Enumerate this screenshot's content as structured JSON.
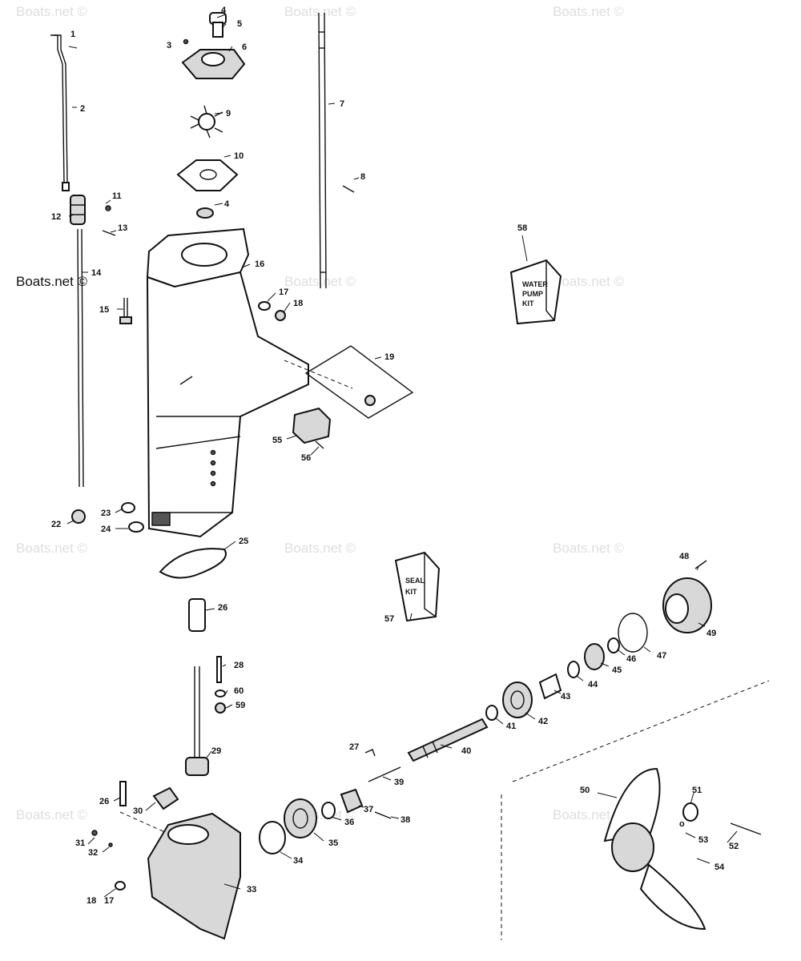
{
  "watermark": {
    "text": "Boats.net ©",
    "primary_text": "Boats.net ©"
  },
  "kits": {
    "water_pump": {
      "line1": "WATER",
      "line2": "PUMP",
      "line3": "KIT"
    },
    "seal": {
      "line1": "SEAL",
      "line2": "KIT"
    }
  },
  "callouts": {
    "c1": "1",
    "c2": "2",
    "c3": "3",
    "c4a": "4",
    "c4b": "4",
    "c5": "5",
    "c6": "6",
    "c7": "7",
    "c8": "8",
    "c9": "9",
    "c10": "10",
    "c11": "11",
    "c12": "12",
    "c13": "13",
    "c14": "14",
    "c15": "15",
    "c16": "16",
    "c17a": "17",
    "c17b": "17",
    "c18a": "18",
    "c18b": "18",
    "c19": "19",
    "c22": "22",
    "c23": "23",
    "c24": "24",
    "c25": "25",
    "c26a": "26",
    "c26b": "26",
    "c27": "27",
    "c28": "28",
    "c29": "29",
    "c30": "30",
    "c31": "31",
    "c32": "32",
    "c33": "33",
    "c34": "34",
    "c35": "35",
    "c36": "36",
    "c37": "37",
    "c38": "38",
    "c39": "39",
    "c40": "40",
    "c41": "41",
    "c42": "42",
    "c43": "43",
    "c44": "44",
    "c45": "45",
    "c46": "46",
    "c47": "47",
    "c48": "48",
    "c49": "49",
    "c50": "50",
    "c51": "51",
    "c52": "52",
    "c53": "53",
    "c54": "54",
    "c55": "55",
    "c56": "56",
    "c57": "57",
    "c58": "58",
    "c59": "59",
    "c60": "60"
  }
}
